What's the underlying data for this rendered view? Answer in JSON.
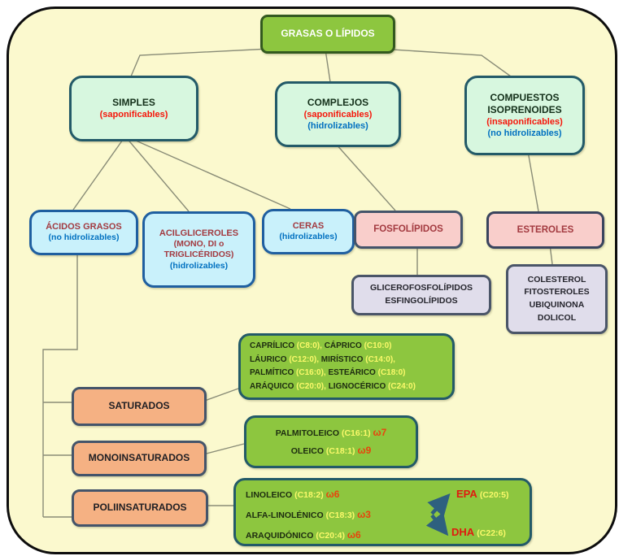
{
  "nodes": {
    "root": {
      "label": "GRASAS O LÍPIDOS"
    },
    "simples": {
      "title": "SIMPLES",
      "subs": [
        {
          "t": "(saponificables)",
          "c": "red"
        }
      ]
    },
    "complejos": {
      "title": "COMPLEJOS",
      "subs": [
        {
          "t": "(saponificables)",
          "c": "red"
        },
        {
          "t": "(hidrolizables)",
          "c": "blue"
        }
      ]
    },
    "isoprenoides": {
      "title": "COMPUESTOS ISOPRENOIDES",
      "subs": [
        {
          "t": "(insaponificables)",
          "c": "red"
        },
        {
          "t": "(no hidrolizables)",
          "c": "blue"
        }
      ]
    },
    "acidos_grasos": {
      "title": "ÁCIDOS GRASOS",
      "subs": [
        {
          "t": "(no hidrolizables)",
          "c": "blue"
        }
      ]
    },
    "acilgliceroles": {
      "title": "ACILGLICEROLES",
      "subs": [
        {
          "t": "(MONO, DI o",
          "c": "darkred"
        },
        {
          "t": "TRIGLICÉRIDOS)",
          "c": "darkred"
        },
        {
          "t": "(hidrolizables)",
          "c": "blue"
        }
      ]
    },
    "ceras": {
      "title": "CERAS",
      "subs": [
        {
          "t": "(hidrolizables)",
          "c": "blue"
        }
      ]
    },
    "fosfolipidos": {
      "title": "FOSFOLÍPIDOS"
    },
    "esteroles": {
      "title": "ESTEROLES"
    },
    "glicerofosfolipidos": {
      "lines": [
        "GLICEROFOSFOLÍPIDOS",
        "ESFINGOLÍPIDOS"
      ]
    },
    "colesterol": {
      "lines": [
        "COLESTEROL",
        "FITOSTEROLES",
        "UBIQUINONA",
        "DOLICOL"
      ]
    },
    "saturados": {
      "title": "SATURADOS"
    },
    "monoinsaturados": {
      "title": "MONOINSATURADOS"
    },
    "poliinsaturados": {
      "title": "POLIINSATURADOS"
    }
  },
  "details": {
    "saturados": [
      [
        {
          "t": "CAPRÍLICO ",
          "c": "n"
        },
        {
          "t": "(C8:0), ",
          "c": "y"
        },
        {
          "t": "CÁPRICO ",
          "c": "n"
        },
        {
          "t": "(C10:0)",
          "c": "y"
        }
      ],
      [
        {
          "t": "LÁURICO ",
          "c": "n"
        },
        {
          "t": "(C12:0), ",
          "c": "y"
        },
        {
          "t": "MIRÍSTICO ",
          "c": "n"
        },
        {
          "t": "(C14:0),",
          "c": "y"
        }
      ],
      [
        {
          "t": "PALMÍTICO ",
          "c": "n"
        },
        {
          "t": "(C16:0), ",
          "c": "y"
        },
        {
          "t": "ESTEÁRICO ",
          "c": "n"
        },
        {
          "t": "(C18:0)",
          "c": "y"
        }
      ],
      [
        {
          "t": "ARÁQUICO ",
          "c": "n"
        },
        {
          "t": "(C20:0), ",
          "c": "y"
        },
        {
          "t": "LIGNOCÉRICO ",
          "c": "n"
        },
        {
          "t": "(C24:0)",
          "c": "y"
        }
      ]
    ],
    "monoinsaturados": [
      [
        {
          "t": "PALMITOLEICO ",
          "c": "n"
        },
        {
          "t": "(C16:1) ",
          "c": "y"
        },
        {
          "t": "ω7",
          "c": "o"
        }
      ],
      [
        {
          "t": "OLEICO ",
          "c": "n"
        },
        {
          "t": "(C18:1) ",
          "c": "y"
        },
        {
          "t": "ω9",
          "c": "o"
        }
      ]
    ],
    "poliinsaturados": [
      [
        {
          "t": "LINOLEICO ",
          "c": "n"
        },
        {
          "t": "(C18:2) ",
          "c": "y"
        },
        {
          "t": "ω6",
          "c": "o"
        }
      ],
      [
        {
          "t": "ALFA-LINOLÉNICO ",
          "c": "n"
        },
        {
          "t": "(C18:3) ",
          "c": "y"
        },
        {
          "t": "ω3",
          "c": "o"
        }
      ],
      [
        {
          "t": "ARAQUIDÓNICO ",
          "c": "n"
        },
        {
          "t": "(C20:4) ",
          "c": "y"
        },
        {
          "t": "ω6",
          "c": "o"
        }
      ]
    ],
    "epa": [
      {
        "t": "EPA ",
        "c": "r"
      },
      {
        "t": "(C20:5)",
        "c": "y"
      }
    ],
    "dha": [
      {
        "t": "DHA ",
        "c": "r"
      },
      {
        "t": "(C22:6)",
        "c": "y"
      }
    ]
  },
  "palette": {
    "canvas_bg": "#FBF9CE",
    "root_fill": "#8DC63F",
    "level2_fill": "#D7F7DF",
    "lipid_class_fill": "#C9F1FB",
    "pink_fill": "#F9CECB",
    "lavender_fill": "#E0DDEB",
    "orange_fill": "#F5B183",
    "detail_fill": "#8DC63F",
    "red_text": "#F6160A",
    "blue_text": "#0070C0",
    "darkred_text": "#A33A40",
    "yellow_text": "#FBF96A",
    "omega_text": "#E8440D",
    "epa_dha_text": "#E01A0F",
    "arrow_color": "#2E607F",
    "connector_color": "#898C77"
  }
}
